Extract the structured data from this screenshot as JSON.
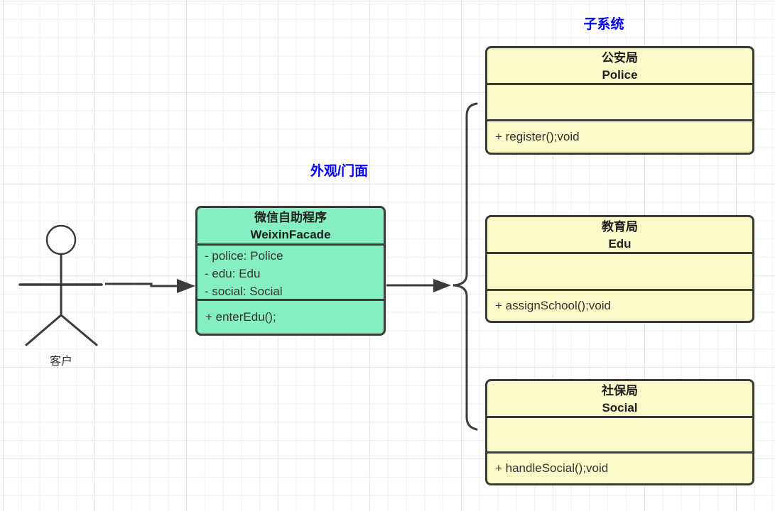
{
  "diagram": {
    "labels": {
      "subsystem": "子系统",
      "facade": "外观/门面",
      "actor": "客户"
    },
    "facade_class": {
      "title_cn": "微信自助程序",
      "title_en": "WeixinFacade",
      "attributes": [
        "- police: Police",
        "- edu: Edu",
        "- social: Social"
      ],
      "methods": [
        "+ enterEdu();"
      ]
    },
    "subsystem_classes": [
      {
        "title_cn": "公安局",
        "title_en": "Police",
        "attributes": [],
        "methods": [
          "+ register();void"
        ]
      },
      {
        "title_cn": "教育局",
        "title_en": "Edu",
        "attributes": [],
        "methods": [
          "+ assignSchool();void"
        ]
      },
      {
        "title_cn": "社保局",
        "title_en": "Social",
        "attributes": [],
        "methods": [
          "+ handleSocial();void"
        ]
      }
    ],
    "colors": {
      "facade_fill": "#86efc2",
      "subsystem_fill": "#fafac8",
      "stroke": "#3b3b3b",
      "label_blue": "#0000ff",
      "text": "#333333",
      "grid_line": "#f1f1f1"
    }
  }
}
